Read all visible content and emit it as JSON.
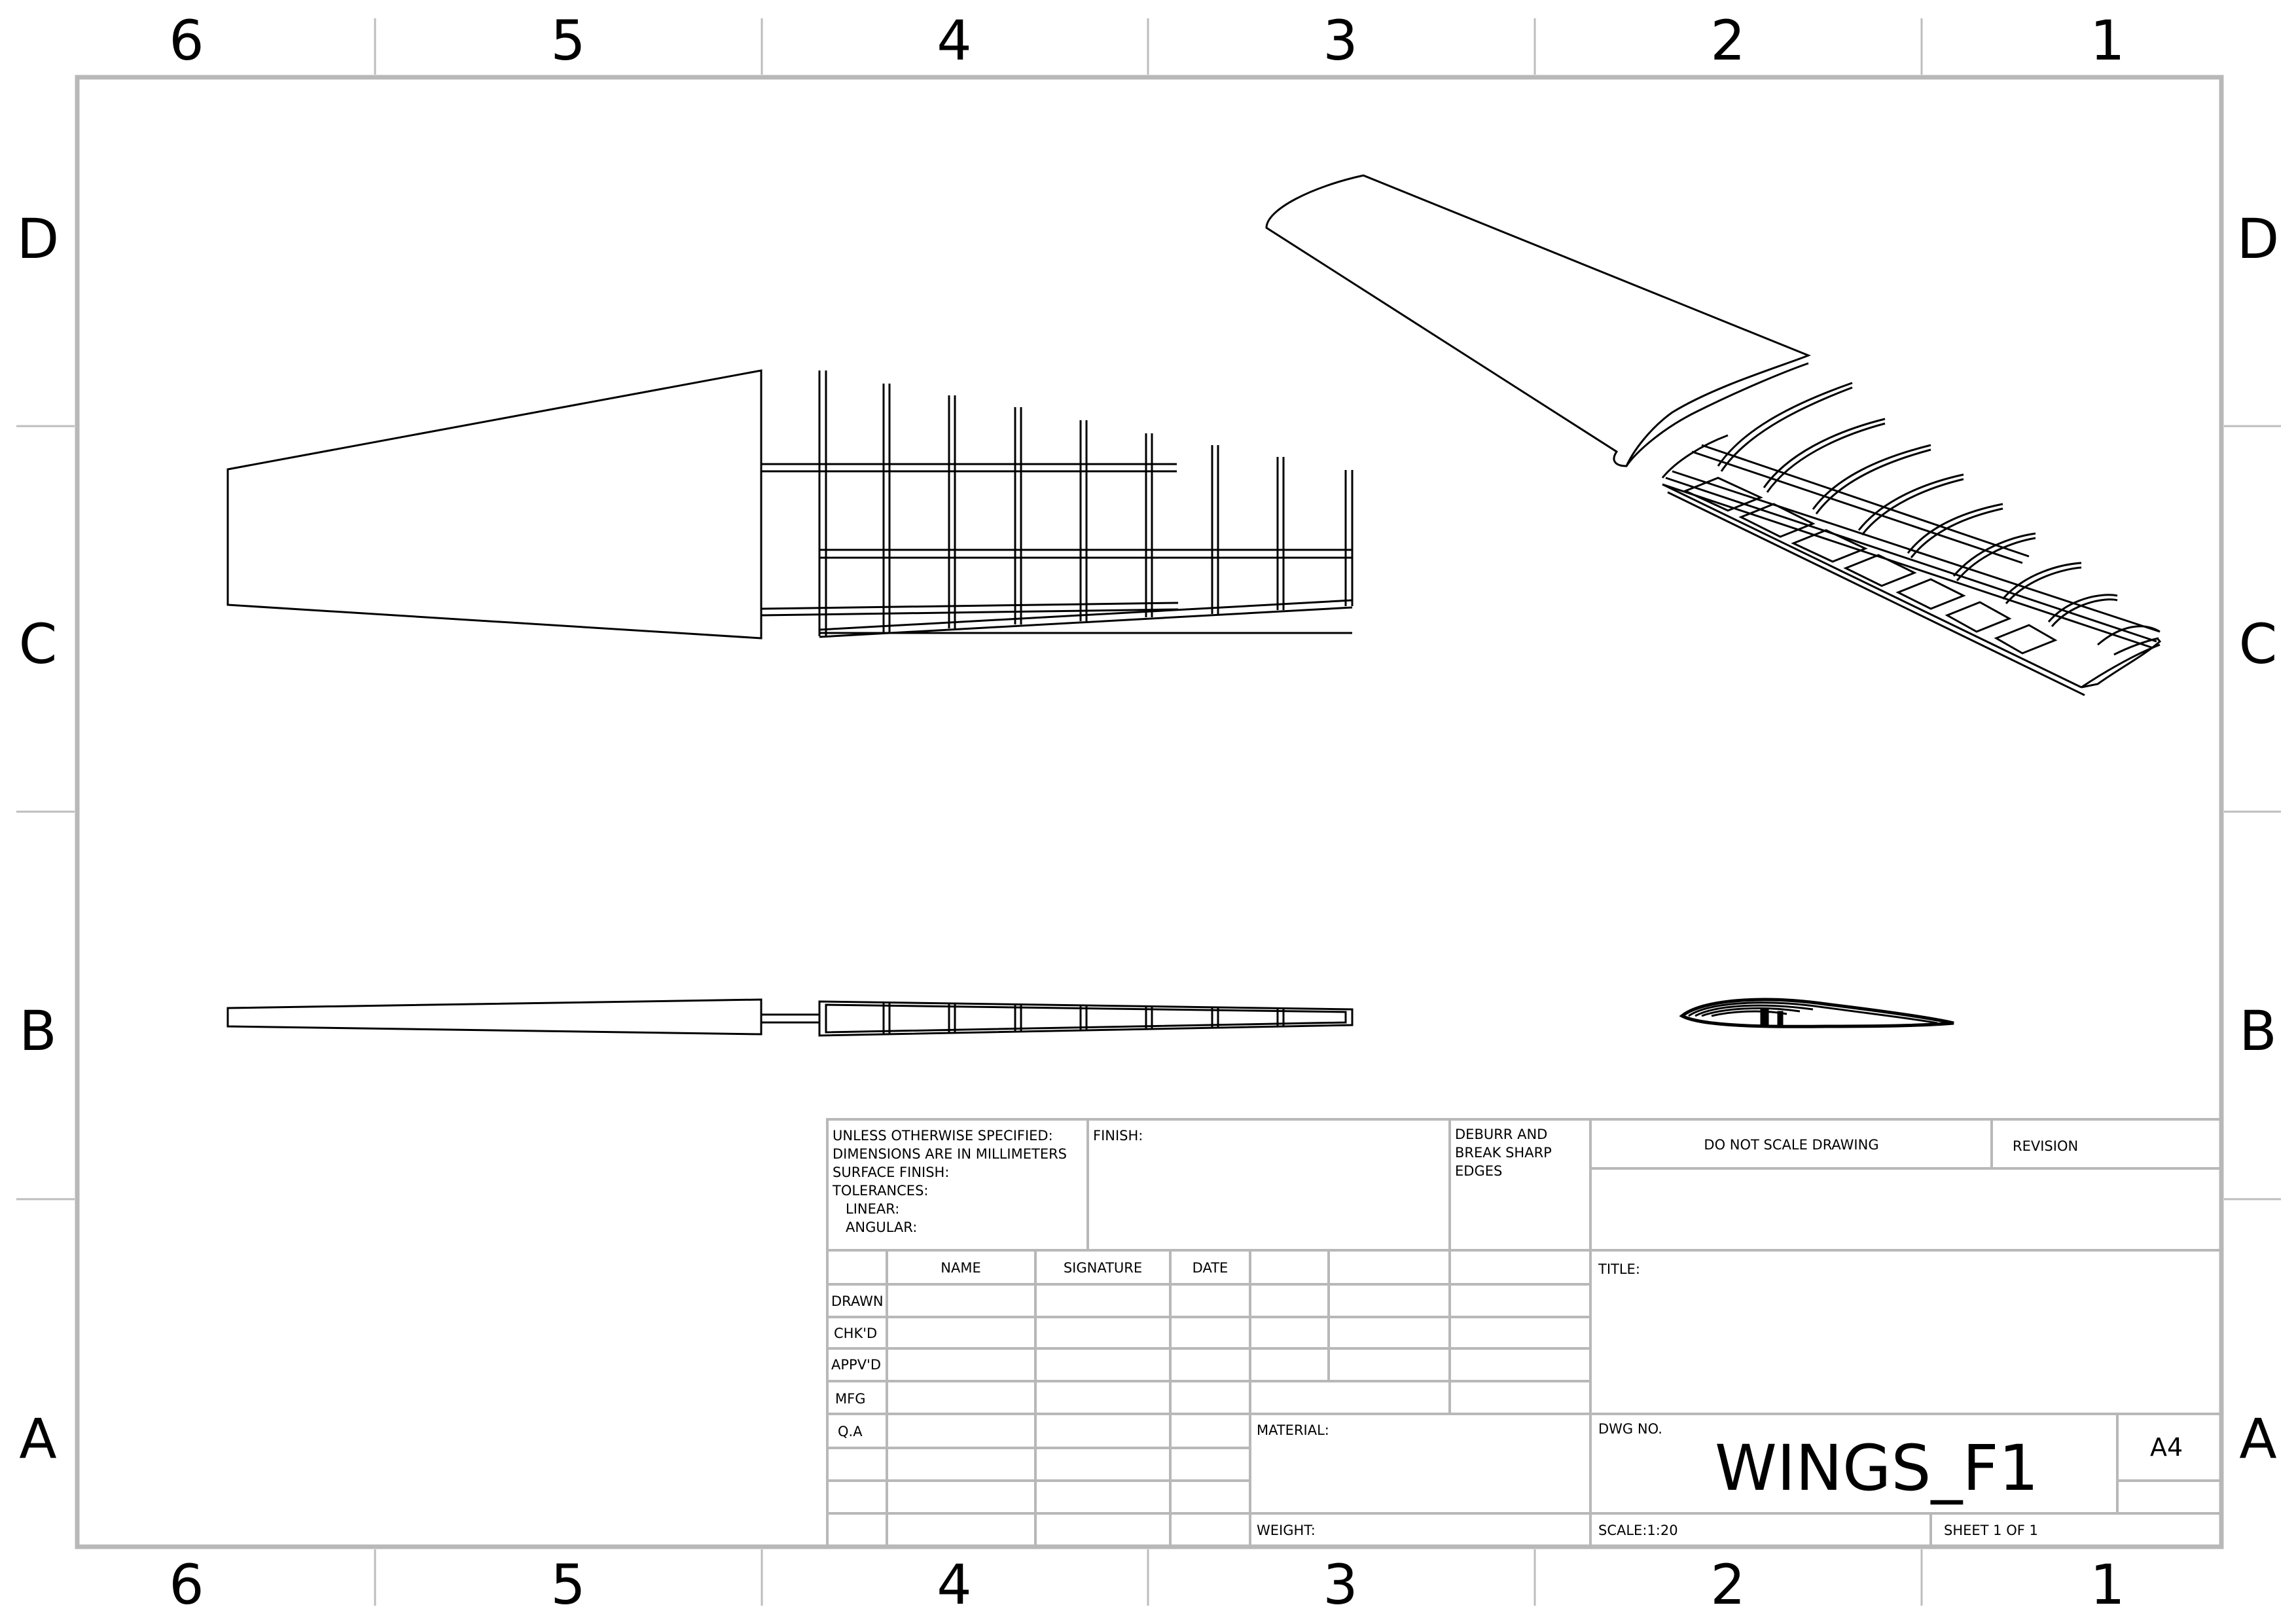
{
  "zones": {
    "columns": [
      "6",
      "5",
      "4",
      "3",
      "2",
      "1"
    ],
    "rows": [
      "D",
      "C",
      "B",
      "A"
    ]
  },
  "title_block": {
    "general_notes": "UNLESS OTHERWISE SPECIFIED:\nDIMENSIONS ARE IN MILLIMETERS\nSURFACE FINISH:\nTOLERANCES:\n   LINEAR:\n   ANGULAR:",
    "finish_label": "FINISH:",
    "deburr_note": "DEBURR AND\nBREAK SHARP\nEDGES",
    "do_not_scale": "DO NOT SCALE DRAWING",
    "revision_label": "REVISION",
    "column_headers": [
      "NAME",
      "SIGNATURE",
      "DATE"
    ],
    "row_labels": [
      "DRAWN",
      "CHK'D",
      "APPV'D",
      "MFG",
      "Q.A"
    ],
    "title_label": "TITLE:",
    "material_label": "MATERIAL:",
    "weight_label": "WEIGHT:",
    "dwg_no_label": "DWG NO.",
    "dwg_no": "WINGS_F1",
    "sheet_size": "A4",
    "scale": "SCALE:1:20",
    "sheet": "SHEET 1 OF 1"
  }
}
